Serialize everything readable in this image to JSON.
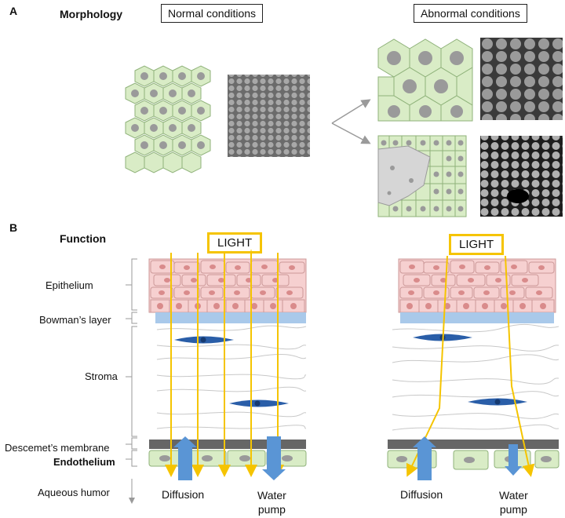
{
  "panel_a": {
    "letter": "A",
    "title": "Morphology",
    "normal_label": "Normal conditions",
    "abnormal_label": "Abnormal conditions"
  },
  "panel_b": {
    "letter": "B",
    "title": "Function",
    "light_label": "LIGHT",
    "layers": {
      "epithelium": "Epithelium",
      "bowman": "Bowman’s layer",
      "stroma": "Stroma",
      "descemet": "Descemet’s membrane",
      "endothelium": "Endothelium",
      "aqueous": "Aqueous humor"
    },
    "diffusion_label": "Diffusion",
    "water_pump_label_line1": "Water",
    "water_pump_label_line2": "pump"
  },
  "colors": {
    "cell_green": "#d9ecc6",
    "cell_green_border": "#8fb27a",
    "nucleus_gray": "#9a9a9a",
    "epithelial_pink": "#f6d0d0",
    "epithelial_nucleus": "#d98b8b",
    "bowman_blue": "#a9c9ea",
    "keratocyte_blue": "#2a5ea8",
    "light_yellow": "#f5c400",
    "flow_blue": "#5a95d5",
    "descemet_gray": "#666666"
  }
}
